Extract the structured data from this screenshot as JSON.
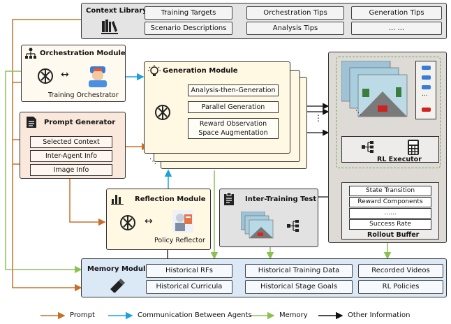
{
  "context_library": {
    "title": "Context Library",
    "items": [
      "Training Targets",
      "Orchestration Tips",
      "Generation Tips",
      "Scenario Descriptions",
      "Analysis Tips",
      "... ..."
    ]
  },
  "orchestration": {
    "title": "Orchestration Module",
    "agent": "Training Orchestrator"
  },
  "prompt_generator": {
    "title": "Prompt Generator",
    "items": [
      "Selected Context",
      "Inter-Agent Info",
      "Image Info"
    ]
  },
  "generation": {
    "title": "Generation Module",
    "items": [
      "Analysis-then-Generation",
      "Parallel Generation",
      "Reward Observation\nSpace Augmentation"
    ],
    "dots_right": "⋮",
    "dots_bottom": "⋱"
  },
  "reflection": {
    "title": "Reflection Module",
    "agent": "Policy Reflector"
  },
  "inter_training_test": {
    "title": "Inter-Training Test"
  },
  "rl_executor": {
    "title": "RL Executor",
    "dots": "...",
    "dots_left": "⋱"
  },
  "rollout_buffer": {
    "title": "Rollout Buffer",
    "items": [
      "State Transition",
      "Reward Components",
      "......",
      "Success Rate"
    ]
  },
  "memory": {
    "title": "Memory Module",
    "items": [
      "Historical RFs",
      "Historical Training Data",
      "Recorded Videos",
      "Historical Curricula",
      "Historical Stage Goals",
      "RL Policies"
    ]
  },
  "legend": [
    {
      "label": "Prompt",
      "color": "#c8702a"
    },
    {
      "label": "Communication Between Agents",
      "color": "#1aa3d9"
    },
    {
      "label": "Memory",
      "color": "#8cc152"
    },
    {
      "label": "Other Information",
      "color": "#111111"
    }
  ]
}
